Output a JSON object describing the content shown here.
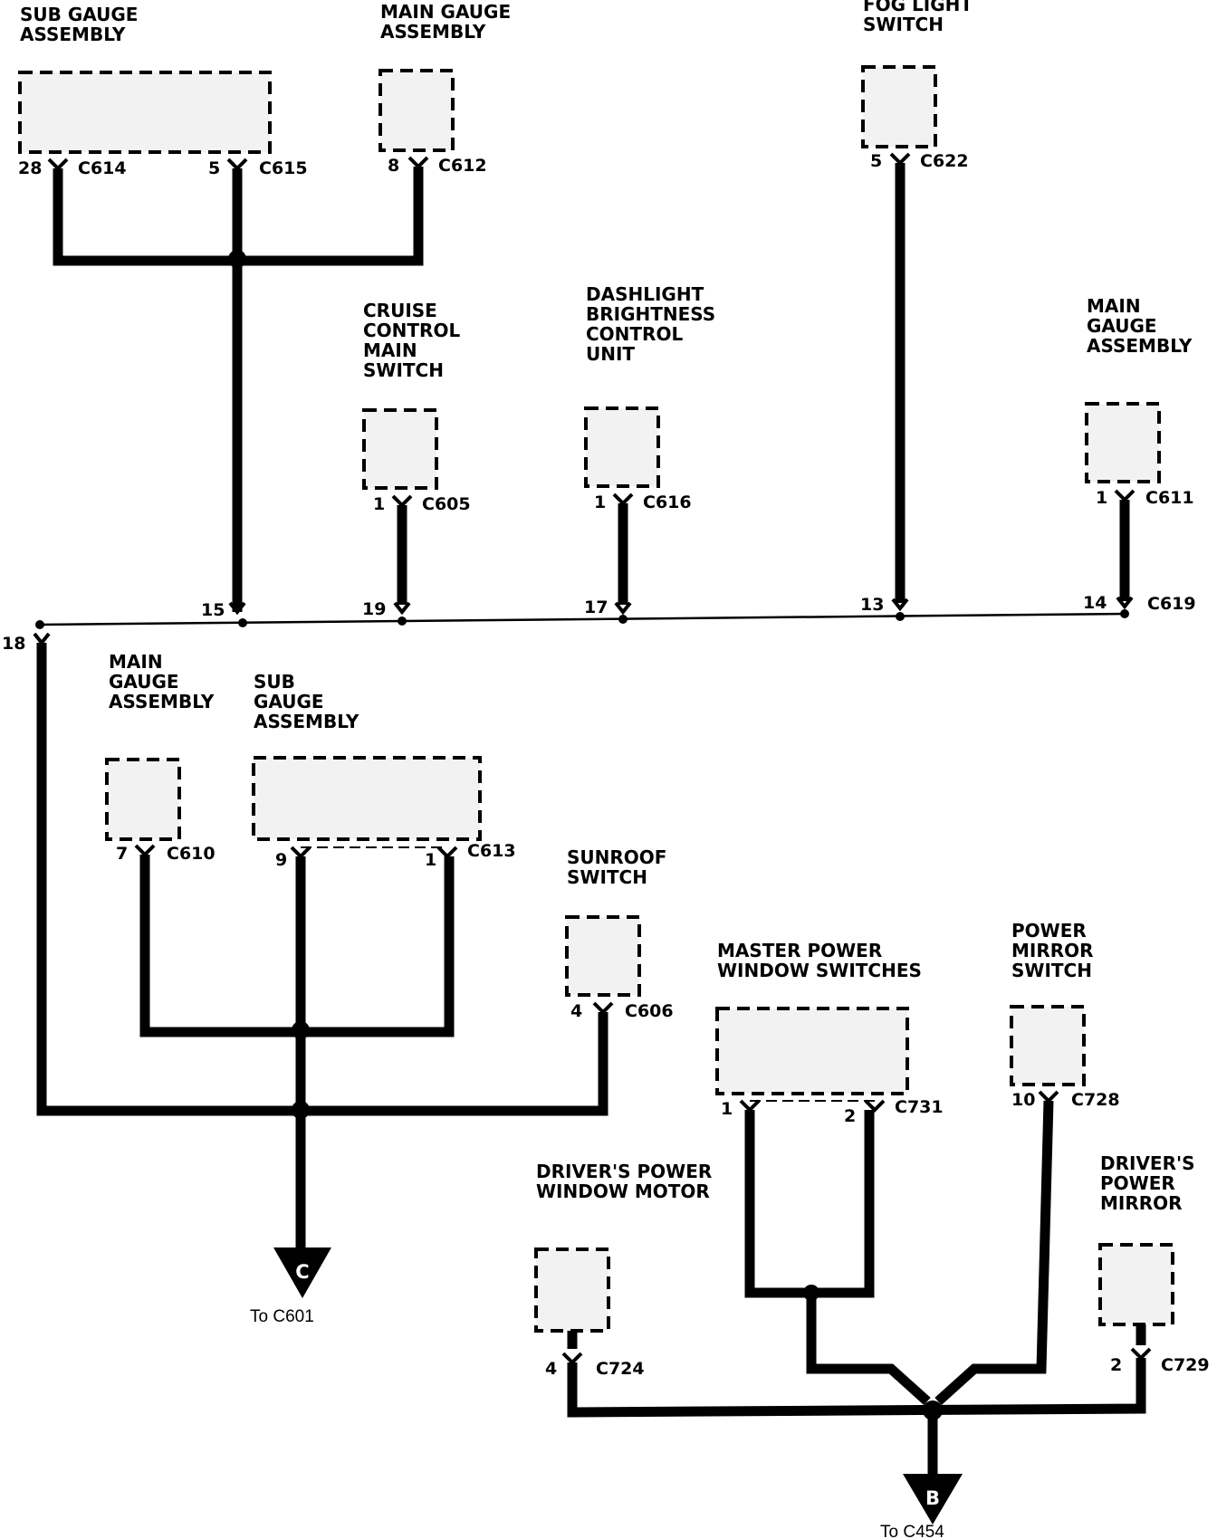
{
  "components": {
    "sub_gauge_top": [
      "SUB GAUGE",
      "ASSEMBLY"
    ],
    "main_gauge_top": [
      "MAIN GAUGE",
      "ASSEMBLY"
    ],
    "fog_light_switch": [
      "FOG LIGHT",
      "SWITCH"
    ],
    "cruise_control": [
      "CRUISE",
      "CONTROL",
      "MAIN",
      "SWITCH"
    ],
    "dashlight": [
      "DASHLIGHT",
      "BRIGHTNESS",
      "CONTROL",
      "UNIT"
    ],
    "main_gauge_right": [
      "MAIN",
      "GAUGE",
      "ASSEMBLY"
    ],
    "main_gauge_left": [
      "MAIN",
      "GAUGE",
      "ASSEMBLY"
    ],
    "sub_gauge_mid": [
      "SUB",
      "GAUGE",
      "ASSEMBLY"
    ],
    "sunroof_switch": [
      "SUNROOF",
      "SWITCH"
    ],
    "master_power_window": [
      "MASTER POWER",
      "WINDOW SWITCHES"
    ],
    "power_mirror_switch": [
      "POWER",
      "MIRROR",
      "SWITCH"
    ],
    "drivers_window_motor": [
      "DRIVER'S POWER",
      "WINDOW MOTOR"
    ],
    "drivers_power_mirror": [
      "DRIVER'S",
      "POWER",
      "MIRROR"
    ]
  },
  "connectors": {
    "c614": {
      "pin": "28",
      "name": "C614"
    },
    "c615": {
      "pin": "5",
      "name": "C615"
    },
    "c612": {
      "pin": "8",
      "name": "C612"
    },
    "c622": {
      "pin": "5",
      "name": "C622"
    },
    "c605": {
      "pin": "1",
      "name": "C605"
    },
    "c616": {
      "pin": "1",
      "name": "C616"
    },
    "c611": {
      "pin": "1",
      "name": "C611"
    },
    "c610": {
      "pin": "7",
      "name": "C610"
    },
    "c613": {
      "pin_a": "9",
      "pin_b": "1",
      "name": "C613"
    },
    "c606": {
      "pin": "4",
      "name": "C606"
    },
    "c731": {
      "pin_a": "1",
      "pin_b": "2",
      "name": "C731"
    },
    "c728": {
      "pin": "10",
      "name": "C728"
    },
    "c724": {
      "pin": "4",
      "name": "C724"
    },
    "c729": {
      "pin": "2",
      "name": "C729"
    }
  },
  "bus": {
    "connector": "C619",
    "pins": {
      "p15": "15",
      "p19": "19",
      "p17": "17",
      "p13": "13",
      "p14": "14",
      "p18": "18"
    }
  },
  "outputs": {
    "c": {
      "letter": "C",
      "dest": "To C601"
    },
    "b": {
      "letter": "B",
      "dest": "To C454"
    }
  }
}
